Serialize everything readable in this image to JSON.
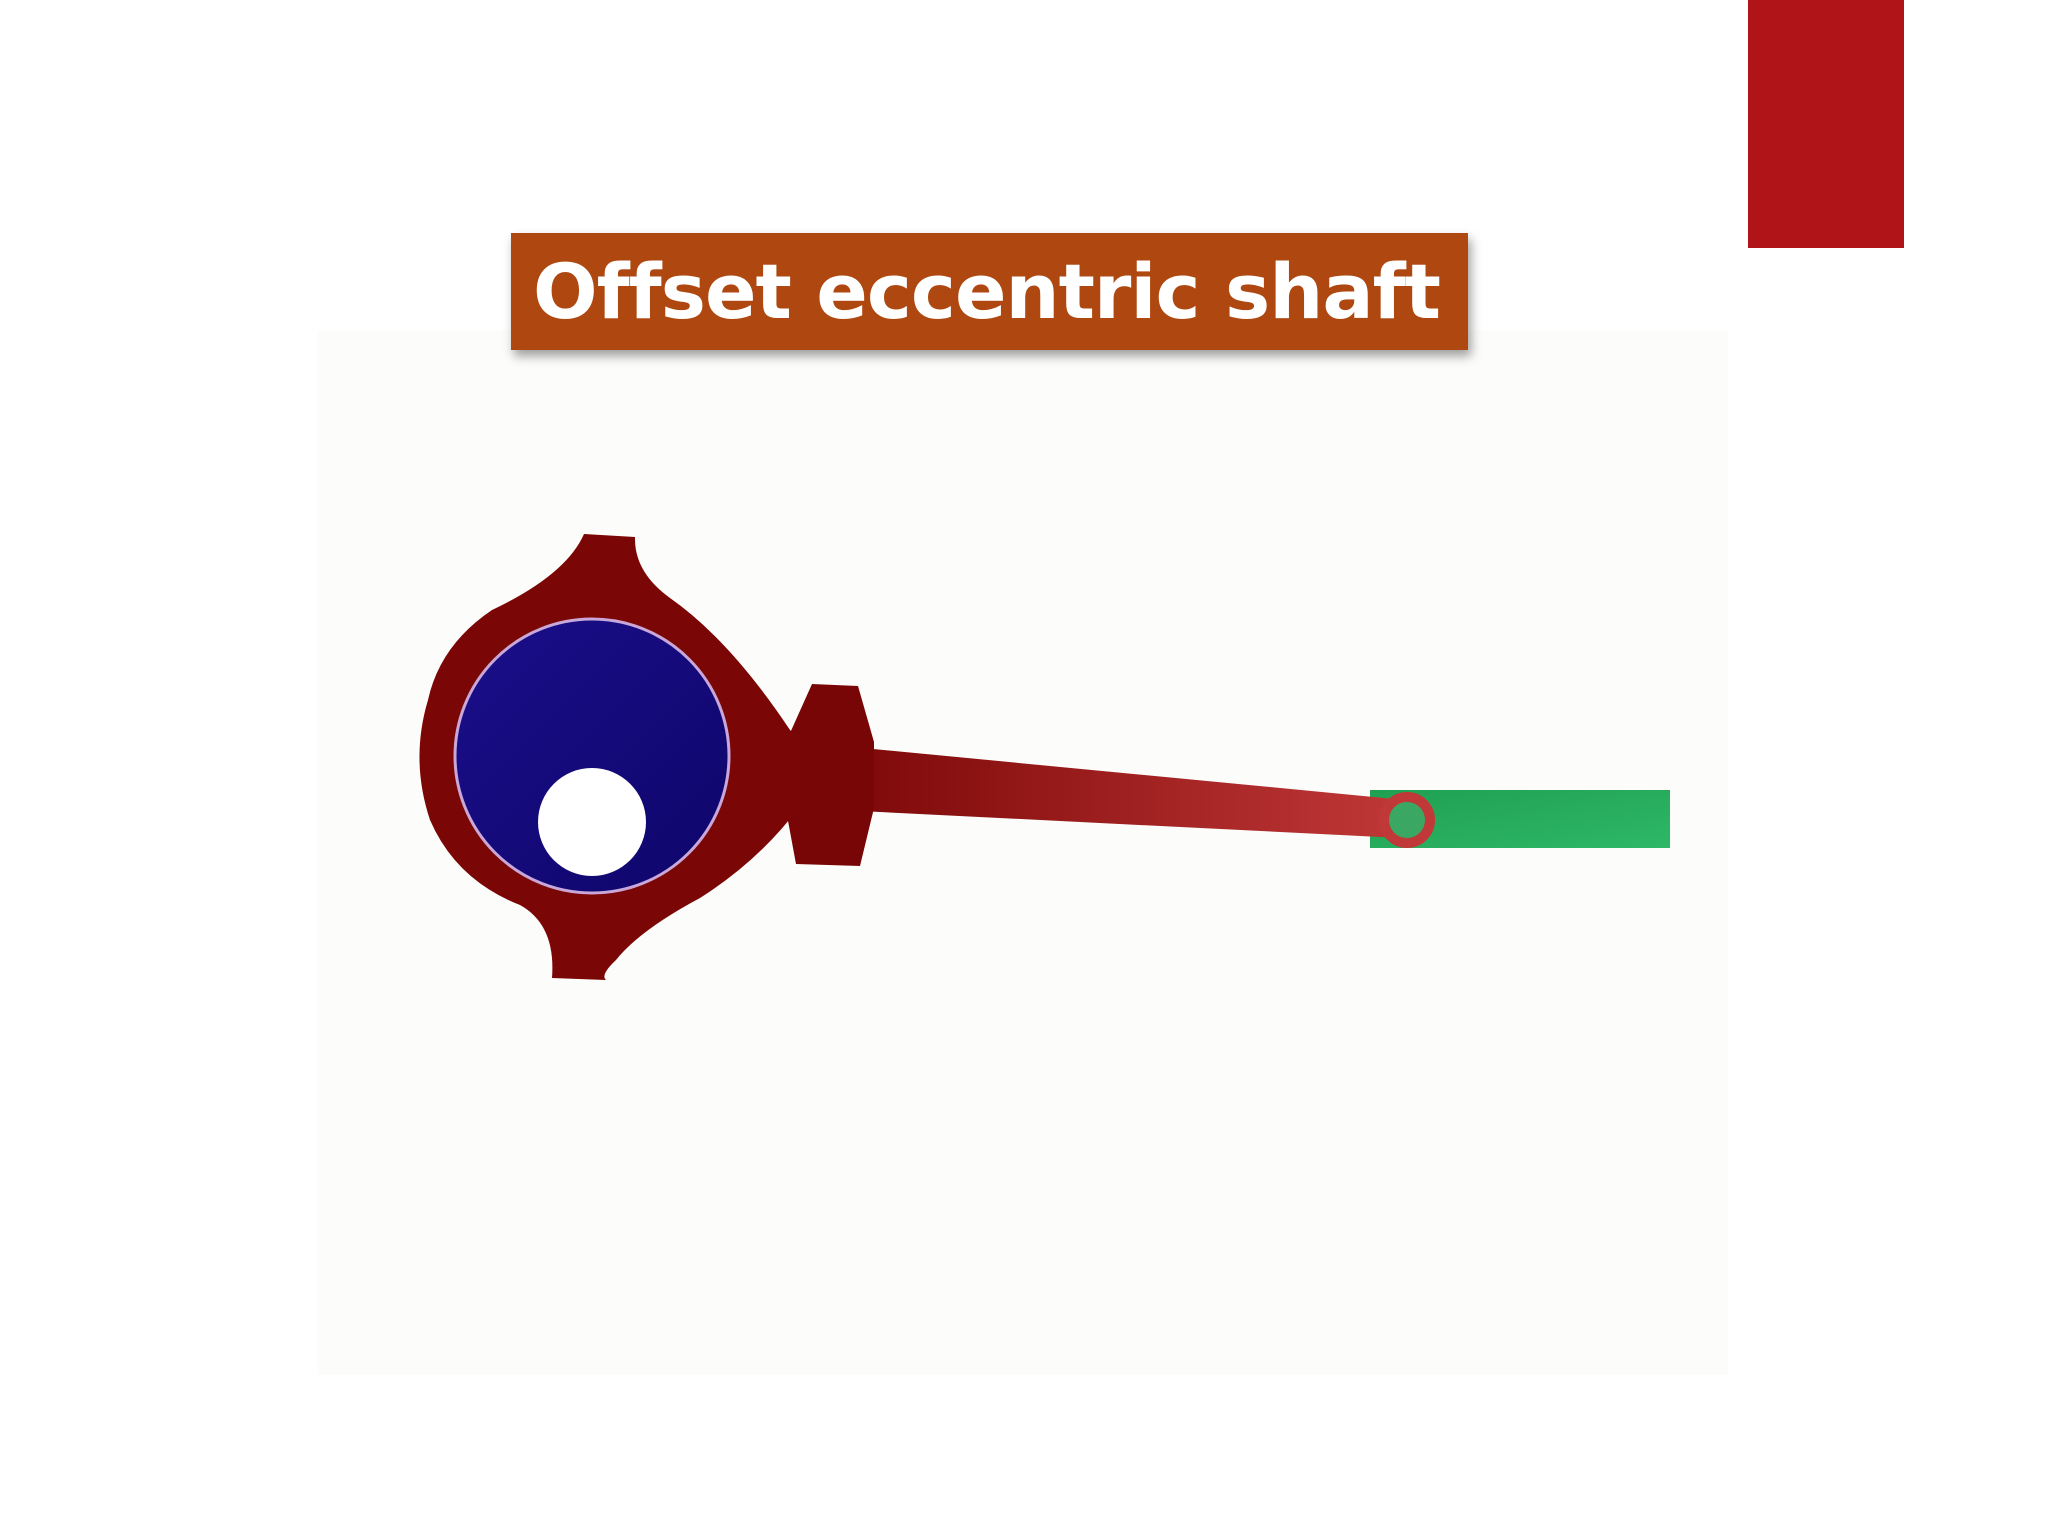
{
  "slide": {
    "title": "Offset eccentric shaft"
  },
  "colors": {
    "background": "#ffffff",
    "diagram_panel": "#fcfcfa",
    "corner_accent": "#b01418",
    "title_bar": "#ae4810",
    "title_text": "#ffffff",
    "eccentric_strap": "#7a0606",
    "connecting_rod_start": "#780404",
    "connecting_rod_end": "#c03838",
    "eccentric_disc": "#13087a",
    "shaft": "#ffffff",
    "slider": "#23a85a",
    "pin": "#c03838"
  },
  "icons": {
    "accent": "red-rectangle-accent",
    "mechanism": "eccentric-crank-mechanism"
  }
}
